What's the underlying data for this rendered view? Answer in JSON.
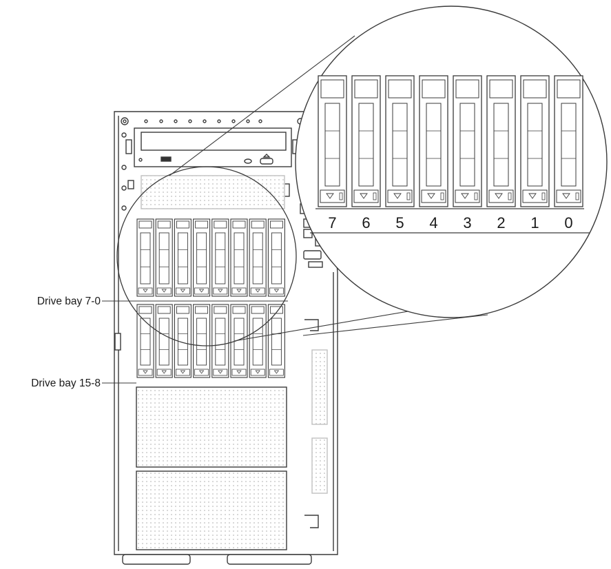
{
  "callouts": [
    {
      "id": "upper",
      "label": "Drive bay 7-0"
    },
    {
      "id": "lower",
      "label": "Drive bay 15-8"
    }
  ],
  "zoom_bay_numbers": [
    "7",
    "6",
    "5",
    "4",
    "3",
    "2",
    "1",
    "0"
  ],
  "colors": {
    "line": "#3a3a3a",
    "panel": "#ffffff",
    "mesh": "#c8c8c8",
    "text": "#1a1a1a"
  }
}
